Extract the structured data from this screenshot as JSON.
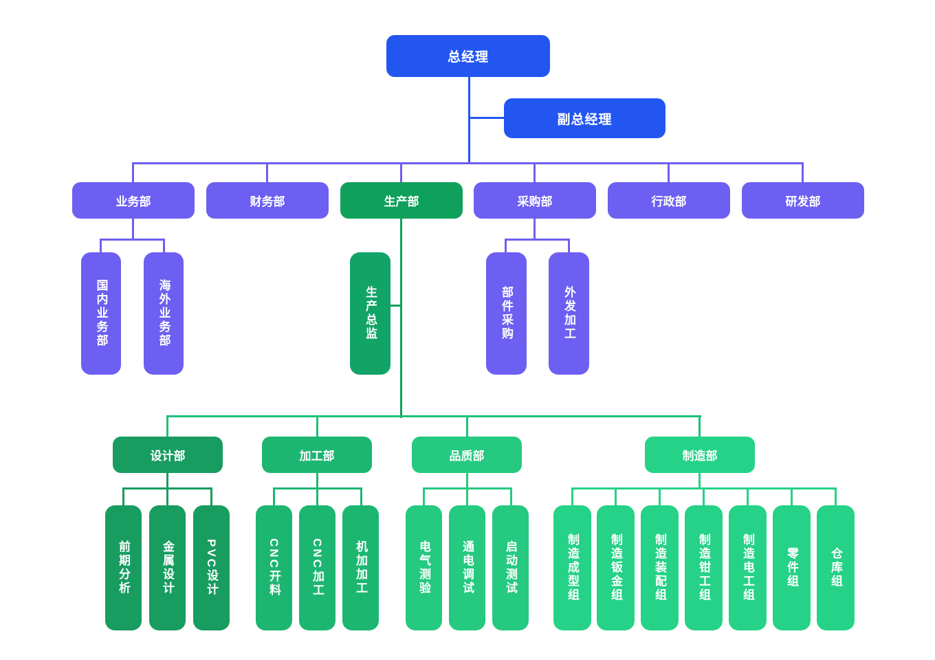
{
  "colors": {
    "blue": "#2356F0",
    "purple": "#6D5FF1",
    "green_production": "#0FA05C",
    "green_director": "#12A366",
    "green_design": "#189C60",
    "green_machining": "#1CB671",
    "green_quality": "#25C980",
    "green_manufacturing": "#25D287",
    "green_bus_line": "#1CC178",
    "background": "#FFFFFF",
    "text": "#FFFFFF"
  },
  "org": {
    "level1": {
      "general_manager": "总经理",
      "deputy_general_manager": "副总经理"
    },
    "level2": [
      "业务部",
      "财务部",
      "生产部",
      "采购部",
      "行政部",
      "研发部"
    ],
    "level3": {
      "business_children": [
        "国内业务部",
        "海外业务部"
      ],
      "production_director": "生产总监",
      "purchasing_children": [
        "部件采购",
        "外发加工"
      ]
    },
    "level4": [
      "设计部",
      "加工部",
      "品质部",
      "制造部"
    ],
    "level5": {
      "design": [
        "前期分析",
        "金属设计",
        "PVC设计"
      ],
      "machining": [
        "CNC开料",
        "CNC加工",
        "机加加工"
      ],
      "quality": [
        "电气测验",
        "通电调试",
        "启动测试"
      ],
      "manufacturing": [
        "制造成型组",
        "制造钣金组",
        "制造装配组",
        "制造钳工组",
        "制造电工组",
        "零件组",
        "仓库组"
      ]
    }
  }
}
